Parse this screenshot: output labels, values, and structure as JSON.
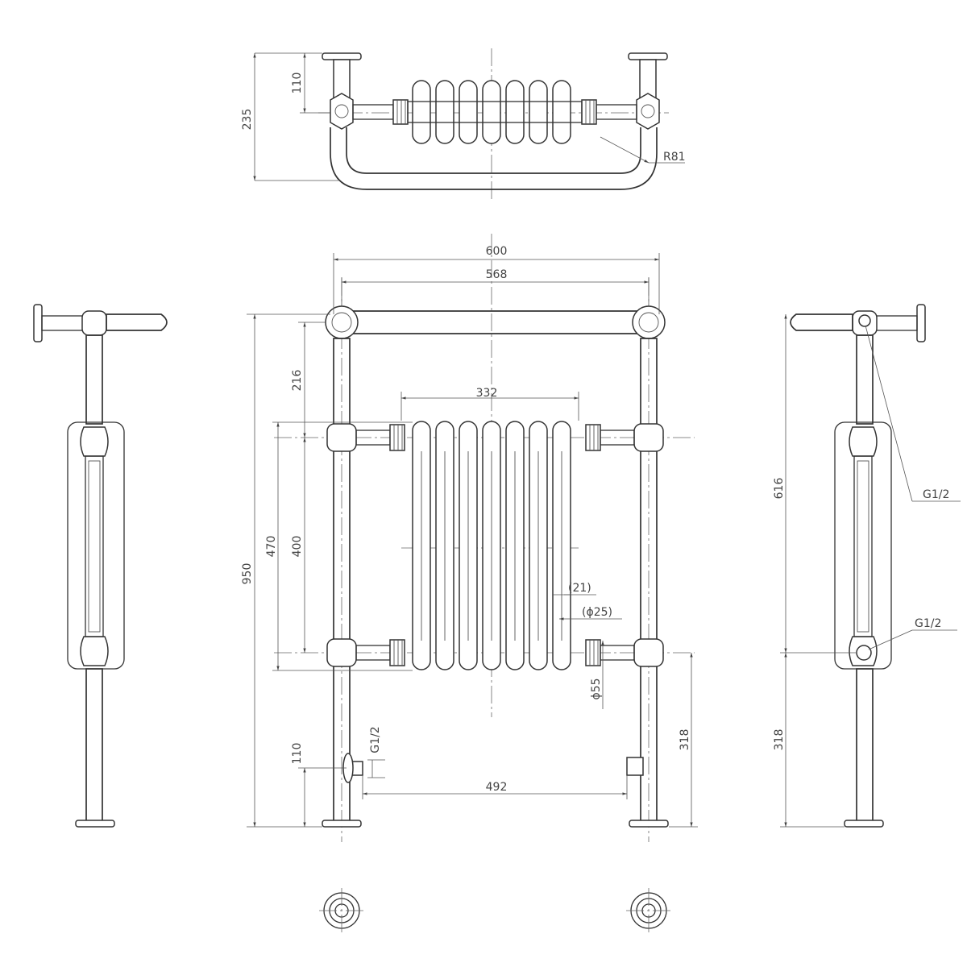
{
  "dimensions": {
    "top_depth_total": "235",
    "top_offset": "110",
    "top_radius": "R81",
    "width_overall": "600",
    "width_centres": "568",
    "radiator_width": "332",
    "height_overall": "950",
    "top_rail_to_radiator": "216",
    "radiator_block": "470",
    "radiator_centres": "400",
    "tube_gap": "(21)",
    "tube_dia": "(ϕ25)",
    "section_dia": "ϕ55",
    "valve_height": "110",
    "valve_thread": "G1/2",
    "valve_centres": "492",
    "lower_height": "318",
    "side_upper": "616",
    "side_lower": "318",
    "side_thread_top": "G1/2",
    "side_thread_bottom": "G1/2"
  }
}
